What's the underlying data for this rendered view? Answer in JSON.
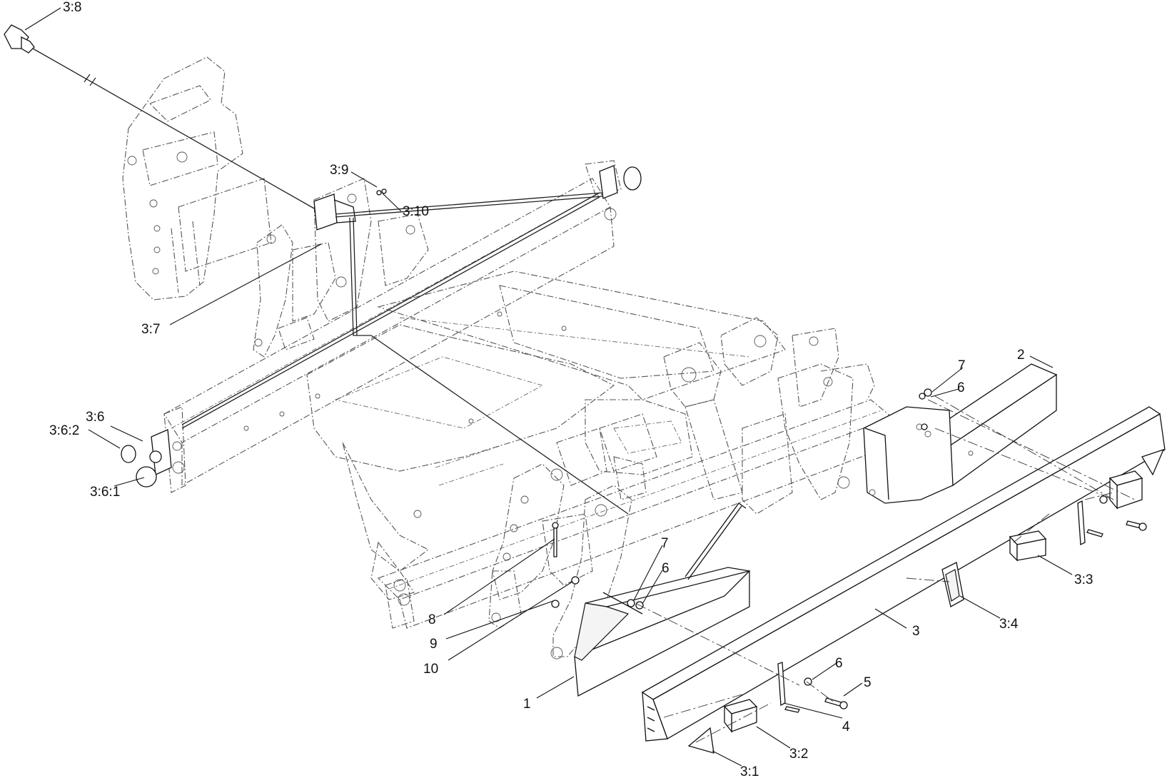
{
  "callouts": {
    "c_3_8": "3:8",
    "c_3_9": "3:9",
    "c_3_10": "3:10",
    "c_3_7": "3:7",
    "c_3_6": "3:6",
    "c_3_6_2": "3:6:2",
    "c_3_6_1": "3:6:1",
    "c_2": "2",
    "c_7_top": "7",
    "c_6_top": "6",
    "c_7_mid": "7",
    "c_6_mid": "6",
    "c_8": "8",
    "c_9": "9",
    "c_10": "10",
    "c_1": "1",
    "c_3": "3",
    "c_3_3": "3:3",
    "c_3_4": "3:4",
    "c_6_low": "6",
    "c_5": "5",
    "c_4": "4",
    "c_3_2": "3:2",
    "c_3_1": "3:1"
  }
}
